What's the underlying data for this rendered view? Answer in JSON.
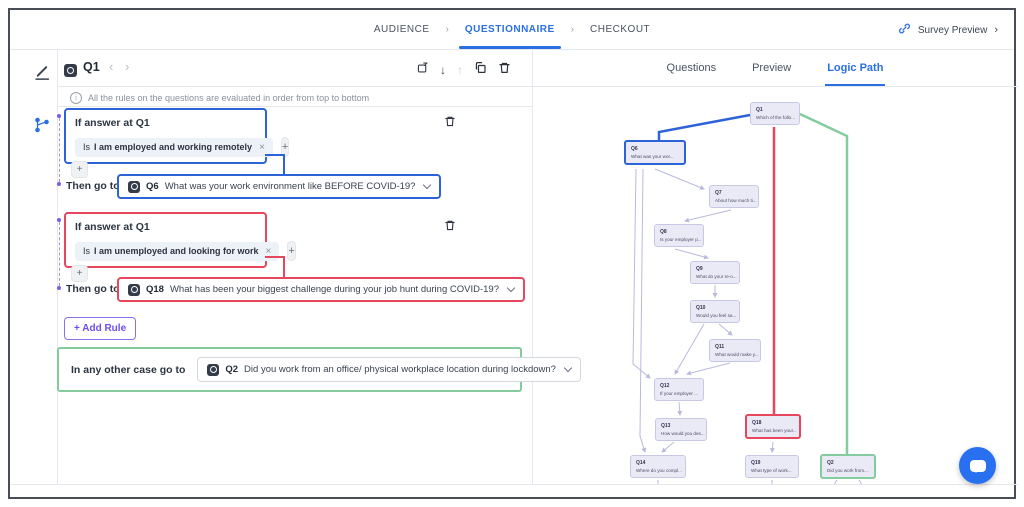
{
  "topbar": {
    "steps": [
      {
        "label": "AUDIENCE"
      },
      {
        "label": "QUESTIONNAIRE"
      },
      {
        "label": "CHECKOUT"
      }
    ],
    "active_step": "QUESTIONNAIRE",
    "preview_label": "Survey Preview"
  },
  "left_panel": {
    "question_label": "Q1",
    "info_text": "All the rules on the questions are evaluated in order from top to bottom",
    "rules": [
      {
        "condition_label": "If answer at Q1",
        "chip_prefix": "Is",
        "chip_value": "I am employed and working remotely",
        "then_label": "Then go to",
        "target_id": "Q6",
        "target_text": "What was your work environment like BEFORE COVID-19?",
        "accent": "#2c63d9"
      },
      {
        "condition_label": "If answer at Q1",
        "chip_prefix": "Is",
        "chip_value": "I am unemployed and looking for work",
        "then_label": "Then go to",
        "target_id": "Q18",
        "target_text": "What has been your biggest challenge during your job hunt during COVID-19?",
        "accent": "#e8455f"
      }
    ],
    "add_rule_label": "+ Add Rule",
    "fallback": {
      "label": "In any other case go to",
      "target_id": "Q2",
      "target_text": "Did you work from an office/ physical workplace location during lockdown?",
      "accent": "#84cb9e"
    }
  },
  "right_panel": {
    "tabs": [
      {
        "label": "Questions"
      },
      {
        "label": "Preview"
      },
      {
        "label": "Logic Path"
      }
    ],
    "active_tab": "Logic Path"
  },
  "flow": {
    "nodes": [
      {
        "id": "Q1",
        "text": "Which of the follo..."
      },
      {
        "id": "Q6",
        "text": "What was your wor...",
        "highlight": "blue"
      },
      {
        "id": "Q7",
        "text": "About how much ti..."
      },
      {
        "id": "Q8",
        "text": "Is your employer p..."
      },
      {
        "id": "Q9",
        "text": "What do your re-o..."
      },
      {
        "id": "Q10",
        "text": "Would you feel sa..."
      },
      {
        "id": "Q11",
        "text": "What would make y..."
      },
      {
        "id": "Q12",
        "text": "If your employer ..."
      },
      {
        "id": "Q13",
        "text": "How would you des..."
      },
      {
        "id": "Q18",
        "text": "What has been your...",
        "highlight": "red"
      },
      {
        "id": "Q14",
        "text": "Where do you compl..."
      },
      {
        "id": "Q19",
        "text": "What type of work..."
      },
      {
        "id": "Q2",
        "text": "Did you work from...",
        "highlight": "green"
      }
    ],
    "connections": [
      {
        "from": "Q1",
        "to": "Q6",
        "color": "#2c63d9"
      },
      {
        "from": "Q1",
        "to": "Q18",
        "color": "#e8455f"
      },
      {
        "from": "Q1",
        "to": "Q2",
        "color": "#84cb9e"
      }
    ]
  },
  "colors": {
    "accent_blue": "#2b6fe4",
    "rule_blue": "#2c63d9",
    "rule_red": "#e8455f",
    "rule_green": "#84cb9e",
    "purple": "#7c5cf0",
    "node_bg": "#eaeaf6",
    "node_border": "#c7c7e6",
    "edge": "#b9b9de"
  },
  "icons": {
    "close": "×",
    "add": "+",
    "chevron_left": "‹",
    "chevron_right": "›",
    "separator": "›",
    "arrow_down": "↓",
    "arrow_up": "↑",
    "info": "i",
    "preview_chevron": "›"
  }
}
